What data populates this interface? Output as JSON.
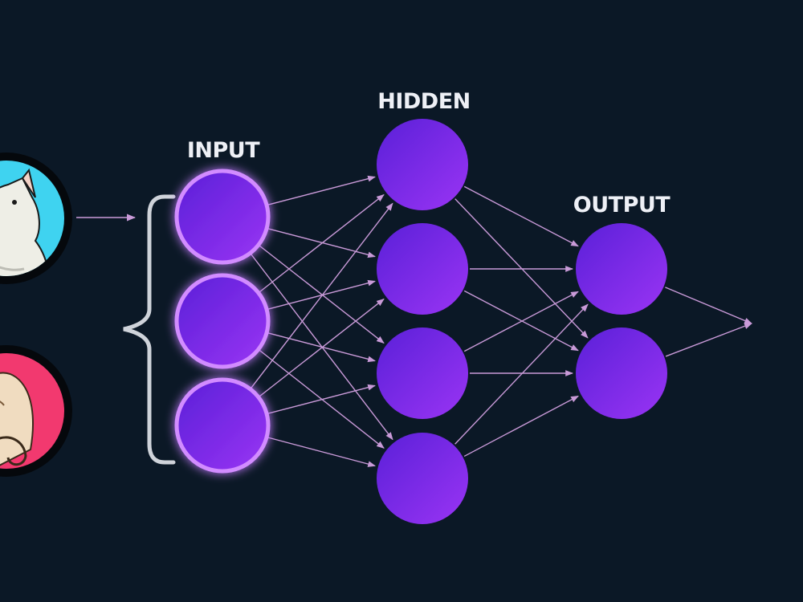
{
  "diagram": {
    "title": "",
    "labels": {
      "input": "INPUT",
      "hidden": "HIDDEN",
      "output": "OUTPUT"
    },
    "layers": [
      {
        "name": "input",
        "neurons": 3
      },
      {
        "name": "hidden",
        "neurons": 4
      },
      {
        "name": "output",
        "neurons": 2
      }
    ],
    "example_images": [
      {
        "subject": "dog",
        "background": "#3fd3f0"
      },
      {
        "subject": "cat",
        "background": "#f2396f"
      }
    ],
    "colors": {
      "background": "#0b1826",
      "neuron": "#7a2af0",
      "input_glow": "#d28cff",
      "connection": "#c99ad8",
      "bracket": "#cfd3da",
      "label": "#eef0f6"
    }
  }
}
